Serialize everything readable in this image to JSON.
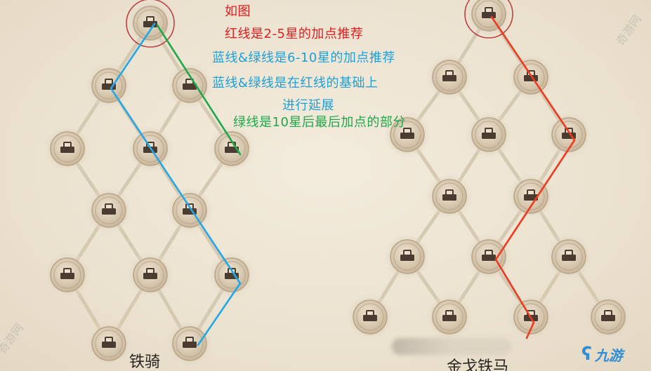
{
  "annotations": {
    "title": "如图",
    "red_line": "红线是2-5星的加点推荐",
    "blue_green_line": "蓝线&绿线是6-10星的加点推荐",
    "extension_1": "蓝线&绿线是在红线的基础上",
    "extension_2": "进行延展",
    "green_line": "绿线是10星后最后加点的部分"
  },
  "captions": {
    "left_tree": "铁骑",
    "right_tree": "金戈铁马"
  },
  "watermark": {
    "text": "奇游网"
  },
  "logo": {
    "text": "九游"
  },
  "colors": {
    "red": "#f03a1e",
    "blue": "#22a8e6",
    "green": "#1fa84a",
    "highlight_ring": "#b5242a"
  }
}
